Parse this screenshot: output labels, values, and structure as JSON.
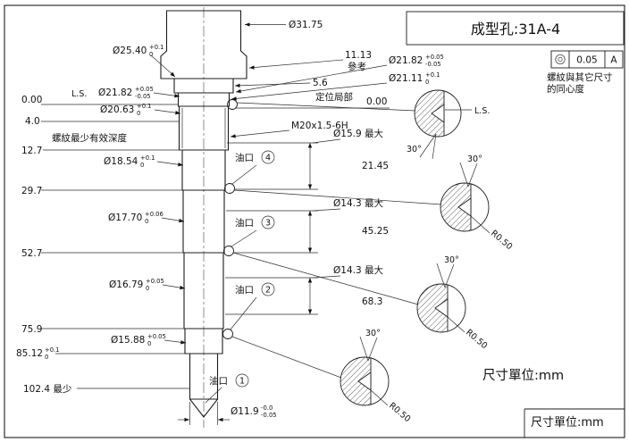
{
  "title_block": {
    "title": "成型孔:31A-4"
  },
  "tolerance_frame": {
    "symbol": "concentricity",
    "value": "0.05",
    "datum": "A",
    "note_line1": "螺紋與其它尺寸",
    "note_line2": "的同心度"
  },
  "notes": {
    "units_upper": "尺寸單位:mm",
    "units_lower": "尺寸單位:mm",
    "thread_depth": "螺紋最少有效深度",
    "locating": "定位局部",
    "ls_left": "L.S.",
    "ls_right": "L.S.",
    "ref": "參考",
    "thread_callout": "M20x1.5-6H"
  },
  "diameters": {
    "d31_75": {
      "v": "Ø31.75"
    },
    "d25_40": {
      "v": "Ø25.40",
      "up": "+0.1",
      "dn": "0"
    },
    "d21_82_r": {
      "v": "Ø21.82",
      "up": "+0.05",
      "dn": "-0.05"
    },
    "d21_11": {
      "v": "Ø21.11",
      "up": "+0.1",
      "dn": "0"
    },
    "d21_82_l": {
      "v": "Ø21.82",
      "up": "+0.05",
      "dn": "-0.05"
    },
    "d20_63": {
      "v": "Ø20.63",
      "up": "+0.1",
      "dn": "0"
    },
    "d18_54": {
      "v": "Ø18.54",
      "up": "+0.1",
      "dn": "0"
    },
    "d17_70": {
      "v": "Ø17.70",
      "up": "+0.06",
      "dn": "0"
    },
    "d16_79": {
      "v": "Ø16.79",
      "up": "+0.05",
      "dn": "0"
    },
    "d15_88": {
      "v": "Ø15.88",
      "up": "+0.05",
      "dn": "0"
    },
    "d11_9": {
      "v": "Ø11.9",
      "up": "-0.0",
      "dn": "-0.05"
    },
    "d15_9_max": "Ø15.9 最大",
    "d14_3_max_a": "Ø14.3 最大",
    "d14_3_max_b": "Ø14.3 最大"
  },
  "positions": {
    "p0_left": "0.00",
    "p0_right": "0.00",
    "p4_0": "4.0",
    "p12_7": "12.7",
    "p29_7": "29.7",
    "p52_7": "52.7",
    "p75_9": "75.9",
    "p85_12": {
      "v": "85.12",
      "up": "+0.1",
      "dn": "0"
    },
    "p102_4": "102.4 最少",
    "len_11_13": "11.13",
    "len_5_6": "5.6",
    "l21_45": "21.45",
    "l45_25": "45.25",
    "l68_3": "68.3"
  },
  "oil_ports": {
    "p4": {
      "label": "油口",
      "num": "4"
    },
    "p3": {
      "label": "油口",
      "num": "3"
    },
    "p2": {
      "label": "油口",
      "num": "2"
    },
    "p1": {
      "label": "油口",
      "num": "1"
    }
  },
  "details": {
    "angle": "30°",
    "radius": "R0.50"
  }
}
